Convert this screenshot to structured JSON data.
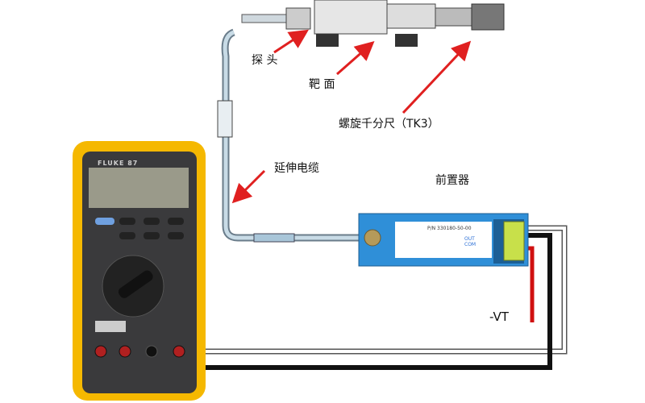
{
  "labels": {
    "probe": "探 头",
    "target": "靶 面",
    "micrometer": "螺旋千分尺（TK3）",
    "extension_cable": "延伸电缆",
    "preamp": "前置器",
    "vt": "-VT"
  },
  "multimeter": {
    "brand": "FLUKE 87"
  },
  "preamp_label": {
    "part_number": "P/N 330180-50-00",
    "out": "OUT",
    "com": "COM"
  },
  "colors": {
    "meter_body": "#f5b800",
    "meter_face": "#3a3a3c",
    "preamp": "#2f8fd8",
    "arrow": "#e02020",
    "signal_wire": "#d01010"
  }
}
